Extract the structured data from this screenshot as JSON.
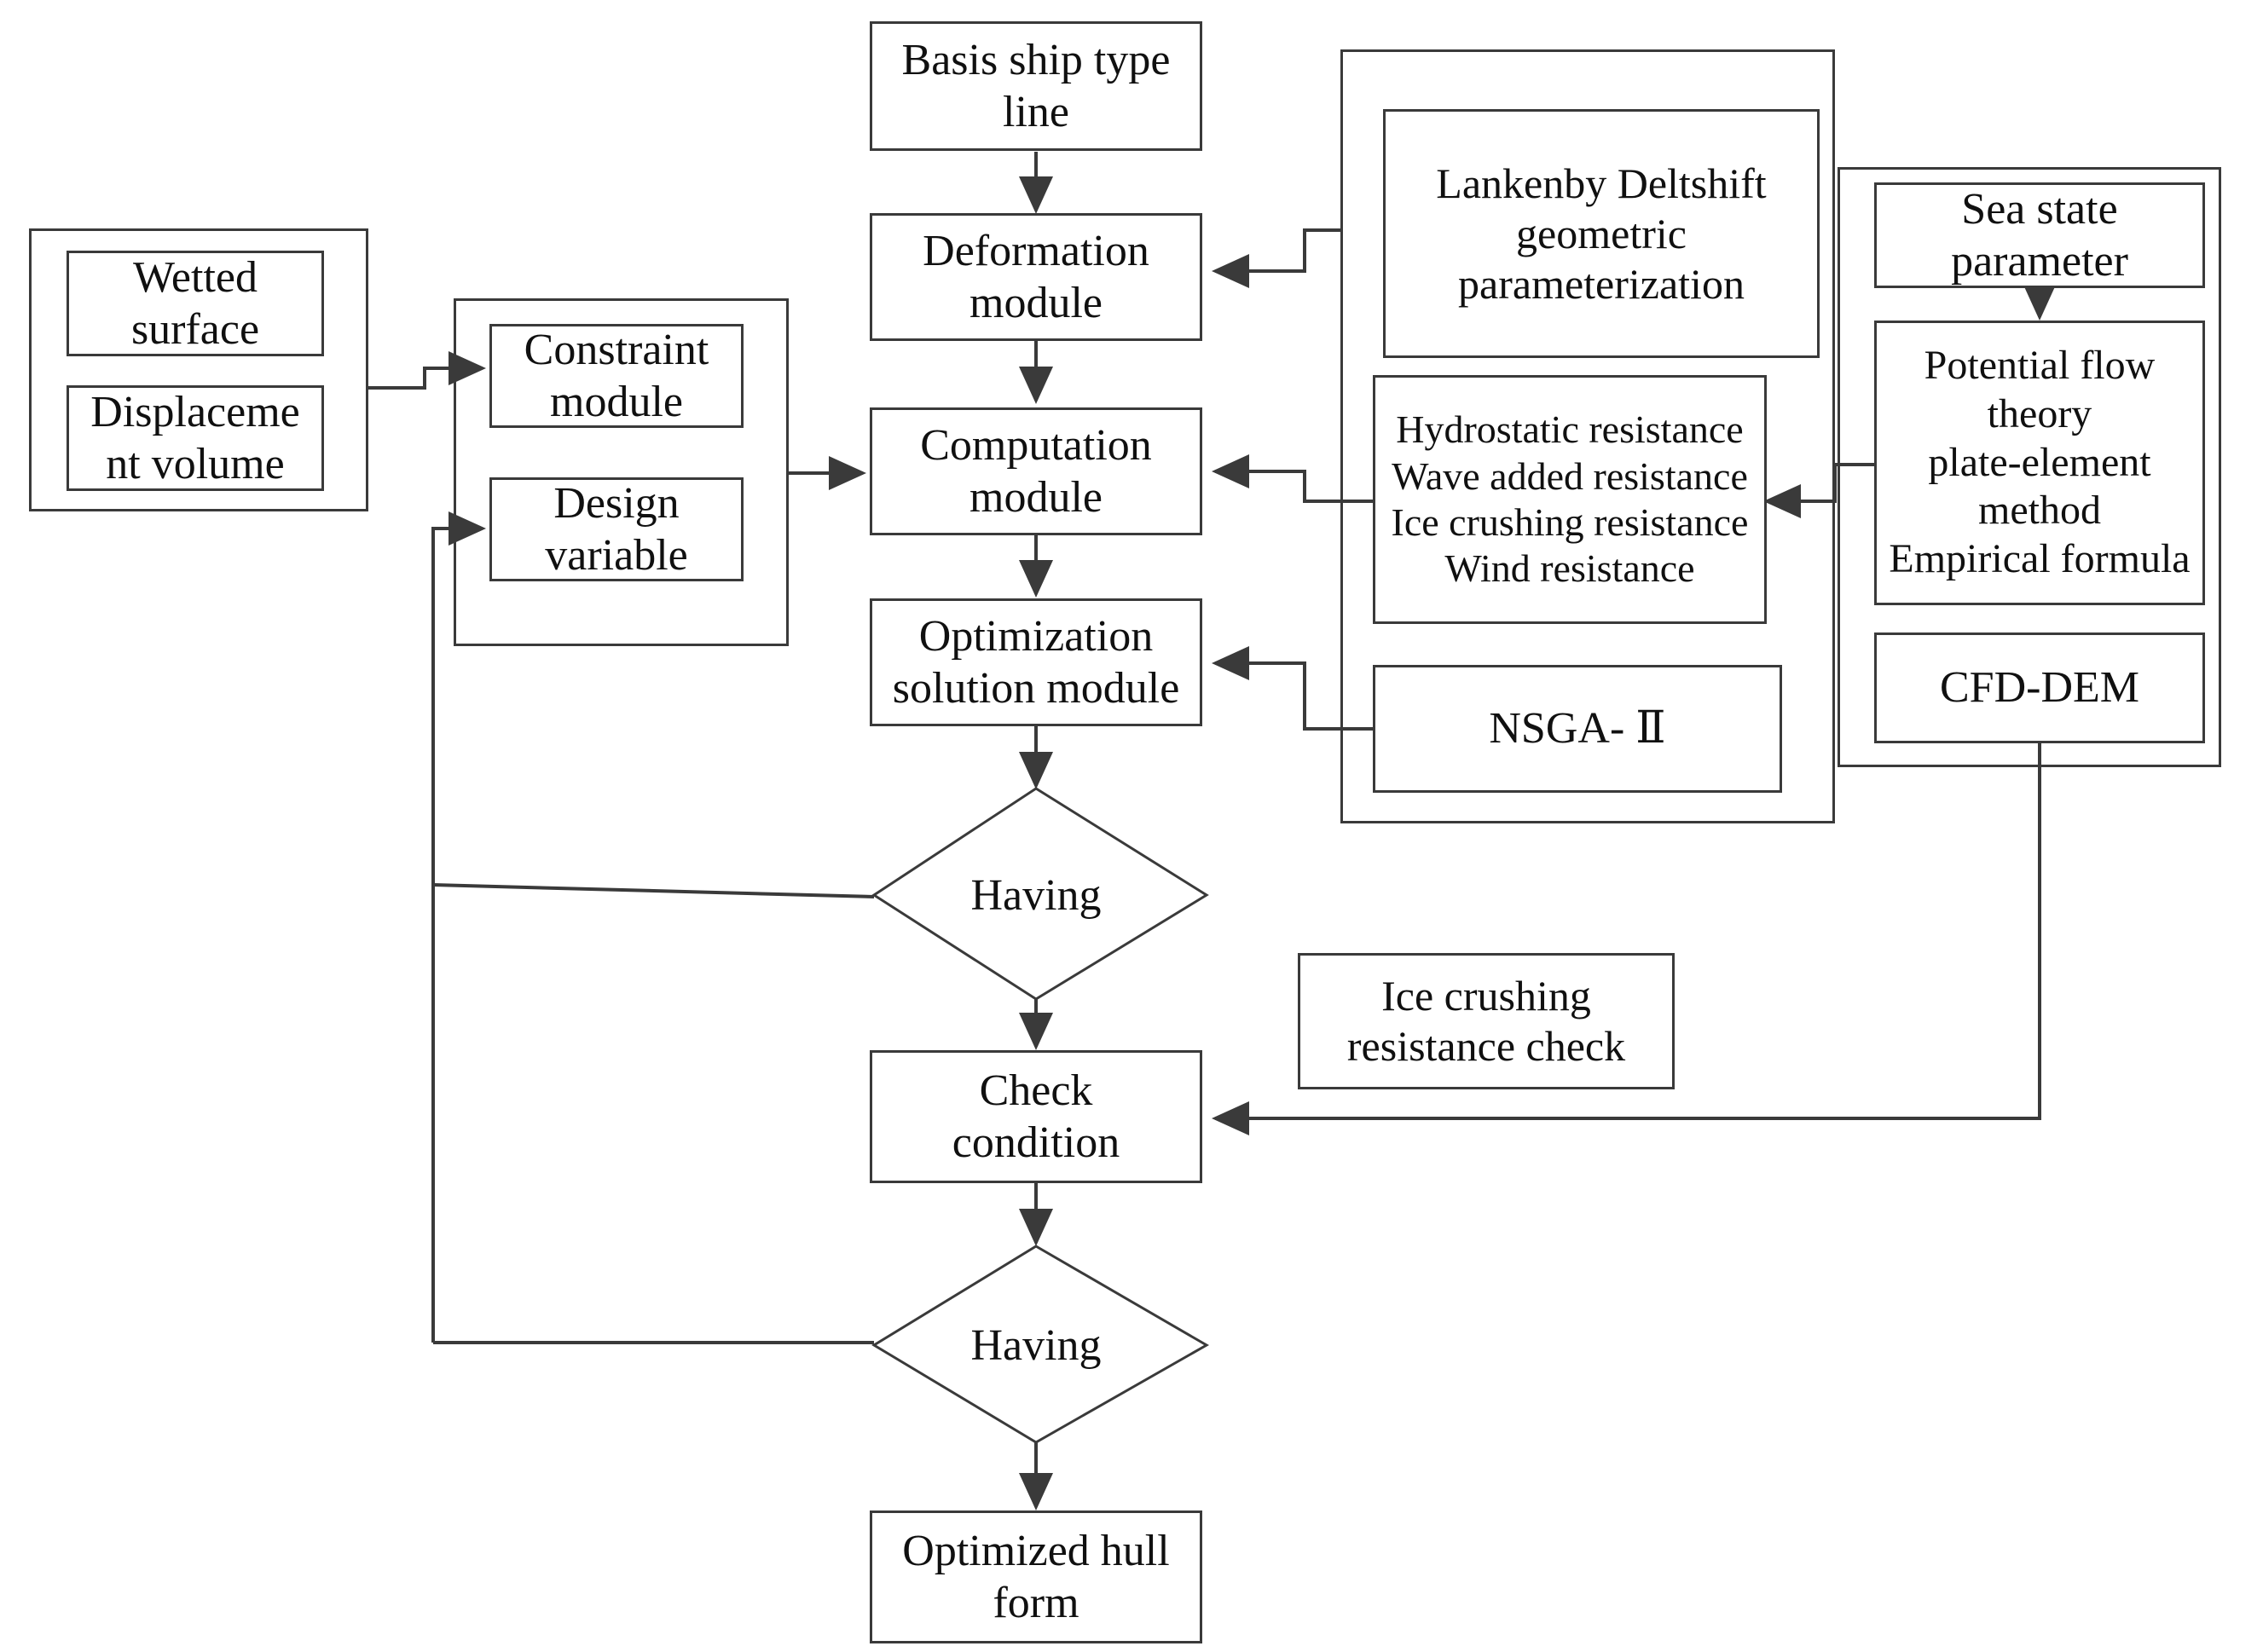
{
  "diagram": {
    "title": "Ice-going ship hull form optimization flowchart",
    "stroke_color": "#3a3a3a",
    "text_color": "#101010",
    "background": "#ffffff"
  },
  "nodes": {
    "wetted_surface": {
      "label": "Wetted\nsurface"
    },
    "displacement_volume": {
      "label": "Displaceme\nnt volume"
    },
    "constraint_module": {
      "label": "Constraint\nmodule"
    },
    "design_variable": {
      "label": "Design\nvariable"
    },
    "basis_ship_type_line": {
      "label": "Basis ship  type\nline"
    },
    "deformation_module": {
      "label": "Deformation\nmodule"
    },
    "computation_module": {
      "label": "Computation\nmodule"
    },
    "optimization_solution_module": {
      "label": "Optimization\nsolution module"
    },
    "lankenby_deltshift": {
      "label": "Lankenby Deltshift\ngeometric\nparameterization"
    },
    "resistance_list": {
      "label": "Hydrostatic resistance\nWave added resistance\nIce crushing resistance\nWind resistance"
    },
    "nsga_ii": {
      "label": "NSGA- Ⅱ"
    },
    "sea_state_parameter": {
      "label": "Sea state\nparameter"
    },
    "potential_flow": {
      "label": "Potential flow\ntheory\nplate-element\nmethod\nEmpirical formula"
    },
    "cfd_dem": {
      "label": "CFD-DEM"
    },
    "having_1": {
      "label": "Having"
    },
    "check_condition": {
      "label": "Check\ncondition"
    },
    "ice_crushing_resistance_check": {
      "label": "Ice crushing\nresistance check"
    },
    "having_2": {
      "label": "Having"
    },
    "optimized_hull_form": {
      "label": "Optimized hull\nform"
    }
  },
  "chart_data": {
    "type": "flowchart",
    "title": "Ice-going ship hull form optimization flowchart",
    "nodes": [
      {
        "id": "wetted_surface",
        "shape": "rect",
        "text": "Wetted surface"
      },
      {
        "id": "displacement_volume",
        "shape": "rect",
        "text": "Displacement volume"
      },
      {
        "id": "constraint_module",
        "shape": "rect",
        "text": "Constraint module"
      },
      {
        "id": "design_variable",
        "shape": "rect",
        "text": "Design variable"
      },
      {
        "id": "basis_ship_type_line",
        "shape": "rect",
        "text": "Basis ship  type line"
      },
      {
        "id": "deformation_module",
        "shape": "rect",
        "text": "Deformation module"
      },
      {
        "id": "computation_module",
        "shape": "rect",
        "text": "Computation module"
      },
      {
        "id": "optimization_solution_module",
        "shape": "rect",
        "text": "Optimization solution module"
      },
      {
        "id": "lankenby_deltshift",
        "shape": "rect",
        "text": "Lankenby Deltshift geometric parameterization"
      },
      {
        "id": "resistance_list",
        "shape": "rect",
        "text": "Hydrostatic resistance / Wave added resistance / Ice crushing resistance / Wind resistance"
      },
      {
        "id": "nsga_ii",
        "shape": "rect",
        "text": "NSGA-II"
      },
      {
        "id": "sea_state_parameter",
        "shape": "rect",
        "text": "Sea state parameter"
      },
      {
        "id": "potential_flow",
        "shape": "rect",
        "text": "Potential flow theory plate-element method Empirical formula"
      },
      {
        "id": "cfd_dem",
        "shape": "rect",
        "text": "CFD-DEM"
      },
      {
        "id": "having_1",
        "shape": "diamond",
        "text": "Having"
      },
      {
        "id": "check_condition",
        "shape": "rect",
        "text": "Check condition"
      },
      {
        "id": "ice_crushing_resistance_check",
        "shape": "rect",
        "text": "Ice crushing resistance check"
      },
      {
        "id": "having_2",
        "shape": "diamond",
        "text": "Having"
      },
      {
        "id": "optimized_hull_form",
        "shape": "rect",
        "text": "Optimized hull form"
      }
    ],
    "edges": [
      {
        "from": "constraints_group",
        "to": "constraint_module",
        "arrow": true
      },
      {
        "from": "constraints_group",
        "to": "design_variable",
        "arrow": true
      },
      {
        "from": "modules_group",
        "to": "computation_module",
        "arrow": true
      },
      {
        "from": "basis_ship_type_line",
        "to": "deformation_module",
        "arrow": true
      },
      {
        "from": "deformation_module",
        "to": "computation_module",
        "arrow": true
      },
      {
        "from": "computation_module",
        "to": "optimization_solution_module",
        "arrow": true
      },
      {
        "from": "lankenby_deltshift",
        "to": "deformation_module",
        "arrow": true
      },
      {
        "from": "resistance_list",
        "to": "computation_module",
        "arrow": true
      },
      {
        "from": "nsga_ii",
        "to": "optimization_solution_module",
        "arrow": true
      },
      {
        "from": "sea_state_parameter",
        "to": "potential_flow",
        "arrow": true
      },
      {
        "from": "potential_flow",
        "to": "resistance_list",
        "arrow": true
      },
      {
        "from": "optimization_solution_module",
        "to": "having_1",
        "arrow": true
      },
      {
        "from": "having_1",
        "to": "check_condition",
        "arrow": true
      },
      {
        "from": "cfd_dem",
        "to": "check_condition",
        "arrow": true
      },
      {
        "from": "check_condition",
        "to": "having_2",
        "arrow": true
      },
      {
        "from": "having_2",
        "to": "optimized_hull_form",
        "arrow": true
      },
      {
        "from": "having_1",
        "to": "design_variable",
        "arrow": true,
        "style": "feedback"
      },
      {
        "from": "having_2",
        "to": "design_variable",
        "arrow": true,
        "style": "feedback"
      }
    ]
  }
}
